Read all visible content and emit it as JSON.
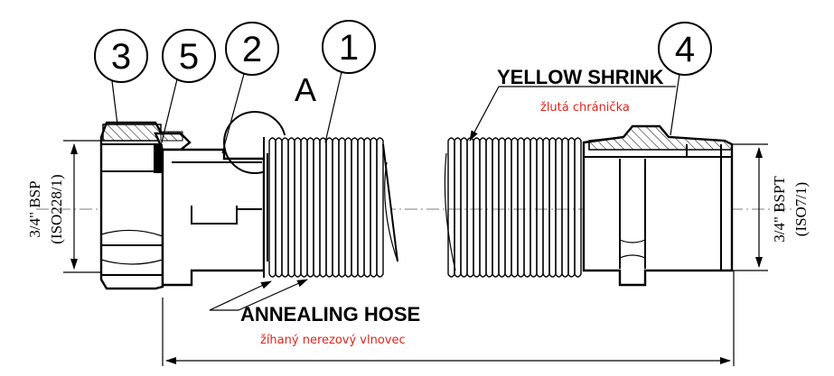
{
  "balloons": [
    "3",
    "5",
    "2",
    "1",
    "4"
  ],
  "detail_letter": "A",
  "labels": {
    "yellow_shrink": "YELLOW SHRINK",
    "yellow_shrink_cz": "žlutá chránička",
    "annealing_hose": "ANNEALING HOSE",
    "annealing_hose_cz": "žíhaný nerezový vlnovec"
  },
  "dimensions": {
    "left_thread_1": "3/4\" BSP",
    "left_thread_2": "(ISO228/1)",
    "right_thread_1": "3/4\" BSPT",
    "right_thread_2": "(ISO7/1)"
  },
  "colors": {
    "annotation_red": "#e0241b"
  }
}
